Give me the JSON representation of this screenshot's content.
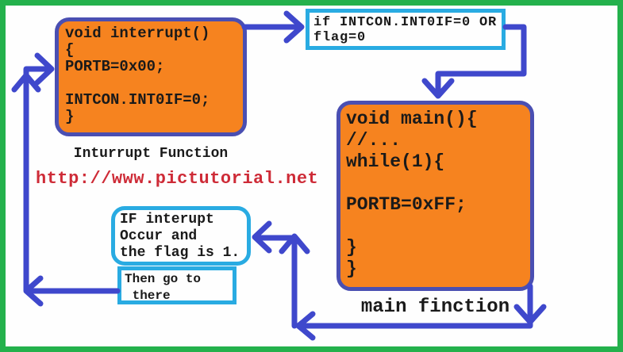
{
  "title": "PIC interrupt vs main function flow diagram",
  "colors": {
    "green_border": "#24B14C",
    "box_border_blue": "#4A4FB2",
    "arrow_blue": "#3F48CC",
    "cyan_border": "#29ABE2",
    "orange_fill": "#F6831F",
    "url_red": "#CE2B37",
    "text_dark": "#1A1A1A"
  },
  "interrupt_box": {
    "code": "void interrupt()\n{\nPORTB=0x00;\n\nINTCON.INT0IF=0;\n}",
    "label": "Inturrupt Function"
  },
  "main_box": {
    "code": "void main(){\n//...\nwhile(1){\n\nPORTB=0xFF;\n\n}\n}",
    "label": "main finction"
  },
  "condition_box": {
    "text": "if INTCON.INT0IF=0 OR\nflag=0"
  },
  "interrupt_occur_box": {
    "text": "IF interupt\nOccur and\nthe flag is 1."
  },
  "then_box": {
    "text": "Then go to\n there"
  },
  "watermark": {
    "url": "http://www.pictutorial.net"
  },
  "arrows": [
    "interrupt-to-condition",
    "condition-to-main",
    "main-loop-to-bottom",
    "bottom-to-interrupt-check",
    "then-back-to-interrupt"
  ]
}
